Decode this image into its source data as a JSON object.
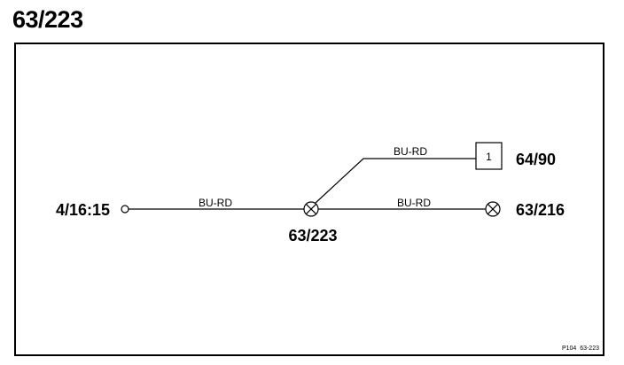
{
  "title": "63/223",
  "nodes": {
    "left_terminal": "4/16:15",
    "center_splice": "63/223",
    "right_splice": "63/216",
    "connector_box_label": "64/90",
    "connector_box_pin": "1"
  },
  "wires": {
    "left": "BU-RD",
    "upper": "BU-RD",
    "right": "BU-RD"
  },
  "reference": "P104  63-223",
  "icons": [
    "open-terminal-icon",
    "splice-icon",
    "connector-pin-icon"
  ]
}
